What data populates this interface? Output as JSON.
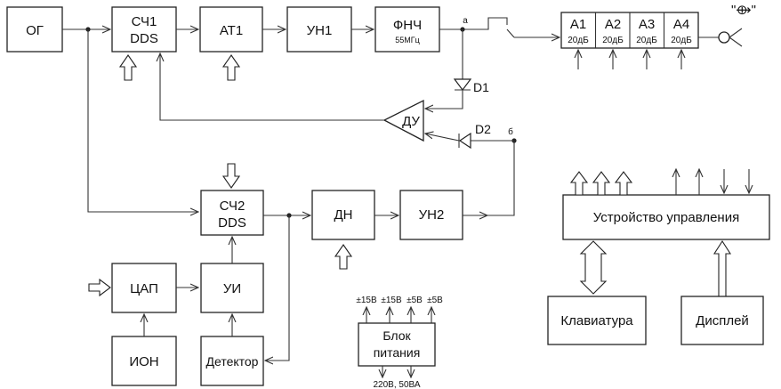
{
  "blocks": {
    "og": "ОГ",
    "sch1_line1": "СЧ1",
    "sch1_line2": "DDS",
    "at1": "АТ1",
    "un1": "УН1",
    "fnch": "ФНЧ",
    "fnch_sub": "55МГц",
    "du": "ДУ",
    "sch2_line1": "СЧ2",
    "sch2_line2": "DDS",
    "dn": "ДН",
    "un2": "УН2",
    "cap": "ЦАП",
    "ui": "УИ",
    "ion": "ИОН",
    "detector": "Детектор",
    "psu_line1": "Блок",
    "psu_line2": "питания",
    "control": "Устройство управления",
    "keyboard": "Клавиатура",
    "display": "Дисплей"
  },
  "attenuators": [
    {
      "name": "А1",
      "value": "20дБ"
    },
    {
      "name": "А2",
      "value": "20дБ"
    },
    {
      "name": "А3",
      "value": "20дБ"
    },
    {
      "name": "А4",
      "value": "20дБ"
    }
  ],
  "labels": {
    "point_a": "а",
    "point_b": "б",
    "diode1": "D1",
    "diode2": "D2",
    "output": "\"⟴\"",
    "psu_outputs": [
      "±15В",
      "±15В",
      "±5В",
      "±5В"
    ],
    "psu_input": "220В, 50ВА"
  }
}
